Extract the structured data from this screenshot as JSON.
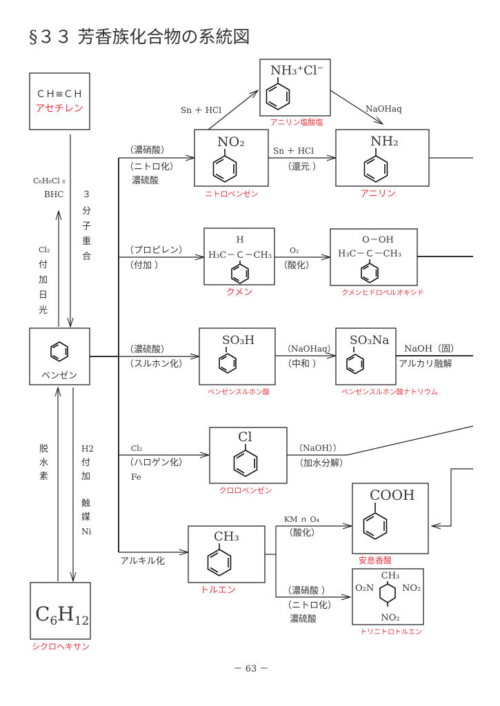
{
  "title": "§３３ 芳香族化合物の系統図",
  "page_number": "－ 63 －",
  "compounds": {
    "acetylene": {
      "formula": "ＣＨ≡ＣＨ",
      "name": "アセチレン"
    },
    "benzene": {
      "name": "ベンゼン"
    },
    "cyclohexane": {
      "formula_main": "C",
      "formula_sub1": "6",
      "formula_mid": "H",
      "formula_sub2": "12",
      "name": "シクロヘキサン"
    },
    "anilinium": {
      "formula": "NH₃⁺Cl⁻",
      "name": "アニリン塩酸塩"
    },
    "nitrobenzene": {
      "formula": "NO₂",
      "name": "ニトロベンゼン"
    },
    "aniline": {
      "formula": "NH₂",
      "name": "アニリン"
    },
    "cumene": {
      "top": "H",
      "formula": "H₃C－Ｃ－CH₃",
      "name": "クメン"
    },
    "cumene_hydroperoxide": {
      "top": "O－OH",
      "formula": "H₃C－Ｃ－CH₃",
      "name": "クメンヒドロペルオキシド"
    },
    "benzenesulfonic_acid": {
      "formula": "SO₃H",
      "name": "ベンゼンスルホン酸"
    },
    "sodium_benzenesulfonate": {
      "formula": "SO₃Na",
      "name": "ベンゼンスルホン酸ナトリウム"
    },
    "chlorobenzene": {
      "formula": "Cl",
      "name": "クロロベンゼン"
    },
    "toluene": {
      "formula": "CH₃",
      "name": "トルエン"
    },
    "benzoic_acid": {
      "formula": "COOH",
      "name": "安息香酸"
    },
    "tnt": {
      "top": "CH₃",
      "left": "O₂N",
      "right": "NO₂",
      "bottom": "NO₂",
      "name": "トリニトロトルエン"
    }
  },
  "reactions": {
    "trimerization": [
      "３",
      "分",
      "子",
      "重",
      "合"
    ],
    "bhc_formula": "C₆H₆Cl ₆",
    "bhc_label": "BHC",
    "chlorination": [
      "Cl₂",
      "付",
      "加",
      "日",
      "光"
    ],
    "dehydrogenation": [
      "脱",
      "水",
      "素"
    ],
    "hydrogenation": [
      "H2",
      "付",
      "加",
      "",
      "触",
      "媒",
      "Ni"
    ],
    "nitration": {
      "line1": "（濃硝酸）",
      "line2": "（ニトロ化）",
      "line3": "濃硫酸"
    },
    "reduction_to_salt": "Sn ＋ HCl",
    "naoh_to_aniline": "NaOHaq",
    "reduction": {
      "line1": "Sn ＋  HCl",
      "line2": "（還元 ）"
    },
    "propylene": {
      "line1": "（プロピレン）",
      "line2": "（付加        ）"
    },
    "oxidation_o2": {
      "line1": "O₂",
      "line2": "（酸化）"
    },
    "sulfonation": {
      "line1": "（濃硫酸）",
      "line2": "（スルホン化）"
    },
    "neutralization": {
      "line1": "（NaOHaq）",
      "line2": "（中和   ）"
    },
    "alkali_fusion": {
      "line1": "NaOH（固）",
      "line2": "アルカリ融解"
    },
    "halogenation": {
      "line1": "Cl₂",
      "line2": "（ハロゲン化）",
      "line3": "Fe"
    },
    "hydrolysis": {
      "line1": "（NaOH））",
      "line2": "（加水分解）"
    },
    "alkylation": "アルキル化",
    "kmno4": {
      "line1": "KM ｎ O₄",
      "line2": "（酸化）"
    },
    "toluene_nitration": {
      "line1": "（濃硝酸 ）",
      "line2": "（ニトロ化）",
      "line3": "濃硫酸"
    }
  }
}
